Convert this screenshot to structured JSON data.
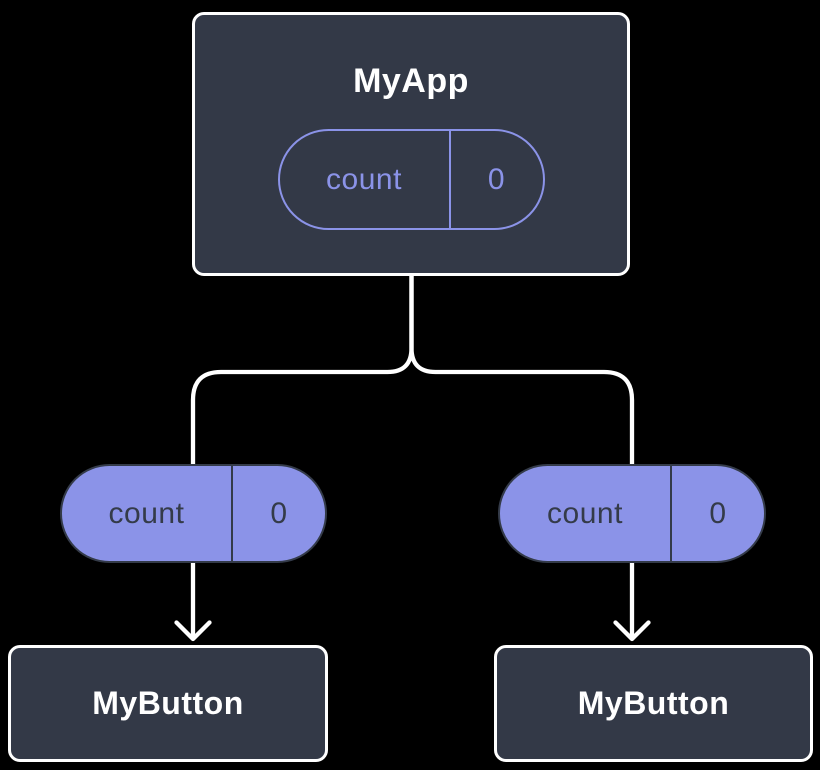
{
  "diagram": {
    "title": "component-tree-state-sharing",
    "root": {
      "label": "MyApp",
      "state": {
        "name": "count",
        "value": "0"
      }
    },
    "children": [
      {
        "label": "MyButton",
        "prop": {
          "name": "count",
          "value": "0"
        }
      },
      {
        "label": "MyButton",
        "prop": {
          "name": "count",
          "value": "0"
        }
      }
    ]
  },
  "colors": {
    "background": "#000000",
    "node_fill": "#333947",
    "node_border": "#ffffff",
    "node_text": "#ffffff",
    "state_purple": "#8b93e8",
    "state_dark": "#343b49",
    "connector": "#ffffff"
  }
}
